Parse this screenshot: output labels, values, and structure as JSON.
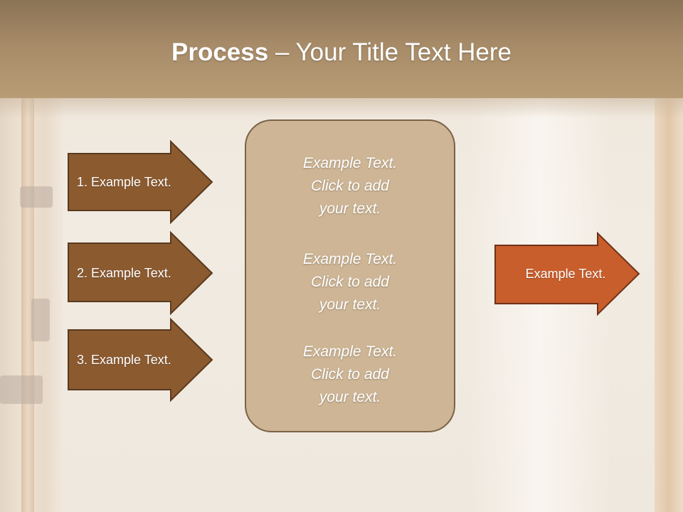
{
  "title": {
    "bold": "Process",
    "rest": " – Your Title Text Here"
  },
  "steps": [
    {
      "label": "1. Example Text."
    },
    {
      "label": "2. Example Text."
    },
    {
      "label": "3. Example Text."
    }
  ],
  "center_box": {
    "blocks": [
      {
        "line1": "Example Text.",
        "line2": "Click  to add",
        "line3": "your text."
      },
      {
        "line1": "Example Text.",
        "line2": "Click  to add",
        "line3": "your text."
      },
      {
        "line1": "Example Text.",
        "line2": "Click  to add",
        "line3": "your text."
      }
    ]
  },
  "result": {
    "label": "Example Text."
  },
  "colors": {
    "header": "#a78b68",
    "step_arrow": "#8b5a2f",
    "center_box": "#cdb595",
    "result_arrow": "#c85e2c"
  }
}
